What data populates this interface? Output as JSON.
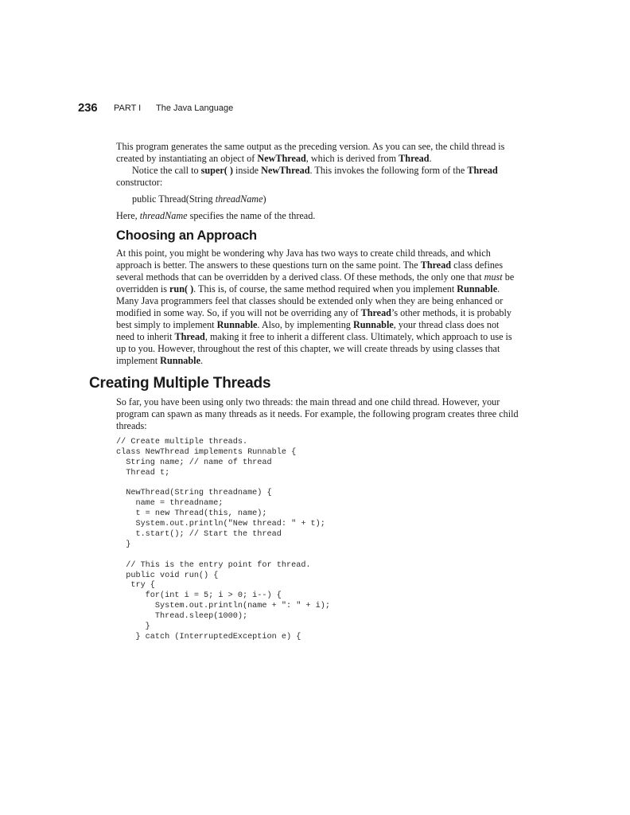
{
  "header": {
    "page_number": "236",
    "part": "PART I",
    "section": "The Java Language"
  },
  "intro": {
    "p1_a": "This program generates the same output as the preceding version. As you can see, the child thread is created by instantiating an object of ",
    "p1_b": "NewThread",
    "p1_c": ", which is derived from ",
    "p1_d": "Thread",
    "p1_e": ".",
    "p2_a": "Notice the call to ",
    "p2_b": "super( )",
    "p2_c": " inside ",
    "p2_d": "NewThread",
    "p2_e": ". This invokes the following form of the ",
    "p2_f": "Thread",
    "p2_g": " constructor:",
    "syntax_a": "public Thread(String ",
    "syntax_b": "threadName",
    "syntax_c": ")",
    "p3_a": "Here, ",
    "p3_b": "threadName",
    "p3_c": " specifies the name of the thread."
  },
  "approach": {
    "heading": "Choosing an Approach",
    "t1": "At this point, you might be wondering why Java has two ways to create child threads, and which approach is better. The answers to these questions turn on the same point. The ",
    "b1": "Thread",
    "t2": " class defines several methods that can be overridden by a derived class. Of these methods, the only one that ",
    "i1": "must",
    "t3": " be overridden is ",
    "b2": "run( )",
    "t4": ". This is, of course, the same method required when you implement ",
    "b3": "Runnable",
    "t5": ". Many Java programmers feel that classes should be extended only when they are being enhanced or modified in some way. So, if you will not be overriding any of ",
    "b4": "Thread",
    "t6": "’s other methods, it is probably best simply to implement ",
    "b5": "Runnable",
    "t7": ". Also, by implementing ",
    "b6": "Runnable",
    "t8": ", your thread class does not need to inherit ",
    "b7": "Thread",
    "t9": ", making it free to inherit a different class. Ultimately, which approach to use is up to you. However, throughout the rest of this chapter, we will create threads by using classes that implement ",
    "b8": "Runnable",
    "t10": "."
  },
  "multiple": {
    "heading": "Creating Multiple Threads",
    "text": "So far, you have been using only two threads: the main thread and one child thread. However, your program can spawn as many threads as it needs. For example, the following program creates three child threads:"
  },
  "code": {
    "lines": [
      "// Create multiple threads.",
      "class NewThread implements Runnable {",
      "  String name; // name of thread",
      "  Thread t;",
      "",
      "  NewThread(String threadname) {",
      "    name = threadname;",
      "    t = new Thread(this, name);",
      "    System.out.println(\"New thread: \" + t);",
      "    t.start(); // Start the thread",
      "  }",
      "",
      "  // This is the entry point for thread.",
      "  public void run() {",
      "   try {",
      "      for(int i = 5; i > 0; i--) {",
      "        System.out.println(name + \": \" + i);",
      "        Thread.sleep(1000);",
      "      }",
      "    } catch (InterruptedException e) {"
    ]
  }
}
